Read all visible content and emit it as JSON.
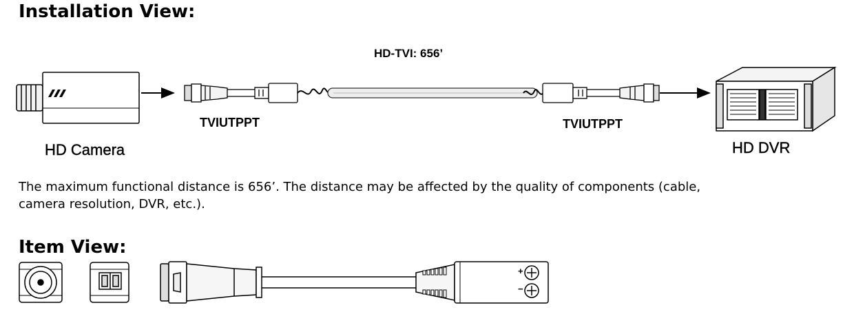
{
  "installation": {
    "title": "Installation View:",
    "distance_label": "HD-TVI: 656’",
    "left_unit_label": "TVIUTPPT",
    "right_unit_label": "TVIUTPPT",
    "camera_label": "HD Camera",
    "dvr_label": "HD DVR",
    "description_line1": "The maximum functional distance is 656’. The distance may be affected by the quality of components (cable,",
    "description_line2": "camera resolution, DVR, etc.)."
  },
  "item": {
    "title": "Item View:",
    "terminal_plus": "+",
    "terminal_minus": "−"
  }
}
